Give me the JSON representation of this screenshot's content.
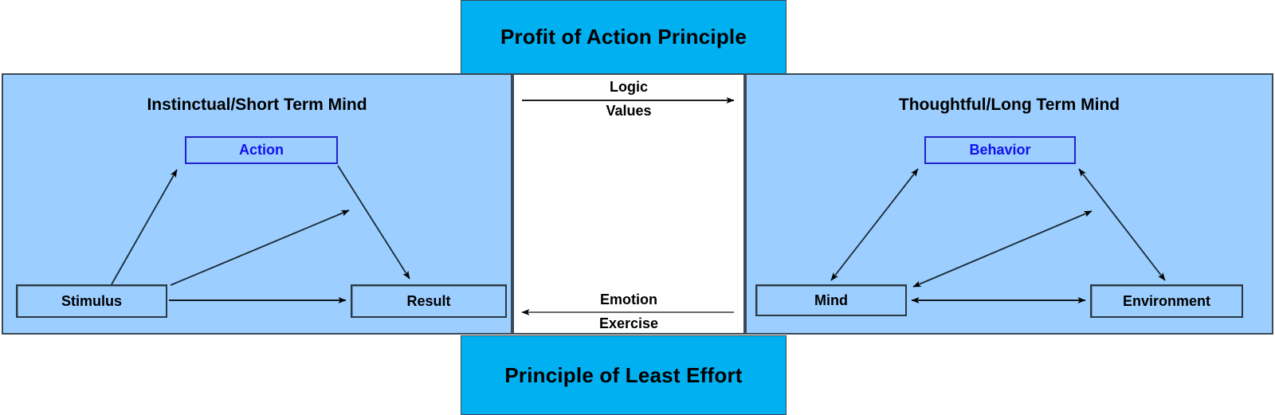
{
  "banners": {
    "top": "Profit of Action Principle",
    "bottom": "Principle of Least Effort"
  },
  "colors": {
    "banner": "#00b0f0",
    "panel_blue": "#9cceff",
    "panel_white": "#ffffff",
    "accent_text": "#1111ee",
    "border": "#2b3a45"
  },
  "panels": {
    "left": {
      "title": "Instinctual/Short Term Mind",
      "nodes": {
        "stimulus": "Stimulus",
        "action": "Action",
        "result": "Result"
      }
    },
    "center": {
      "flows": {
        "outbound_top": "Logic",
        "outbound_bottom": "Values",
        "inbound_top": "Emotion",
        "inbound_bottom": "Exercise"
      }
    },
    "right": {
      "title": "Thoughtful/Long Term Mind",
      "nodes": {
        "mind": "Mind",
        "behavior": "Behavior",
        "environment": "Environment"
      }
    }
  },
  "chart_data": {
    "type": "diagram",
    "title": "Profit of Action Principle / Principle of Least Effort",
    "nodes": [
      {
        "id": "stimulus",
        "label": "Stimulus",
        "panel": "left",
        "style": "dark"
      },
      {
        "id": "action",
        "label": "Action",
        "panel": "left",
        "style": "accent"
      },
      {
        "id": "result",
        "label": "Result",
        "panel": "left",
        "style": "dark"
      },
      {
        "id": "mind",
        "label": "Mind",
        "panel": "right",
        "style": "dark"
      },
      {
        "id": "behavior",
        "label": "Behavior",
        "panel": "right",
        "style": "accent"
      },
      {
        "id": "environment",
        "label": "Environment",
        "panel": "right",
        "style": "dark"
      }
    ],
    "edges": [
      {
        "from": "stimulus",
        "to": "action",
        "direction": "one-way"
      },
      {
        "from": "action",
        "to": "result",
        "direction": "one-way"
      },
      {
        "from": "stimulus",
        "to": "result",
        "direction": "one-way"
      },
      {
        "from": "stimulus",
        "to": "result",
        "direction": "one-way",
        "note": "diagonal"
      },
      {
        "from": "mind",
        "to": "behavior",
        "direction": "two-way"
      },
      {
        "from": "behavior",
        "to": "environment",
        "direction": "two-way"
      },
      {
        "from": "mind",
        "to": "environment",
        "direction": "two-way"
      },
      {
        "from": "mind",
        "to": "environment",
        "direction": "two-way",
        "note": "diagonal"
      },
      {
        "from": "left-panel",
        "to": "right-panel",
        "direction": "one-way",
        "labels": [
          "Logic",
          "Values"
        ]
      },
      {
        "from": "right-panel",
        "to": "left-panel",
        "direction": "one-way",
        "labels": [
          "Emotion",
          "Exercise"
        ]
      }
    ]
  }
}
